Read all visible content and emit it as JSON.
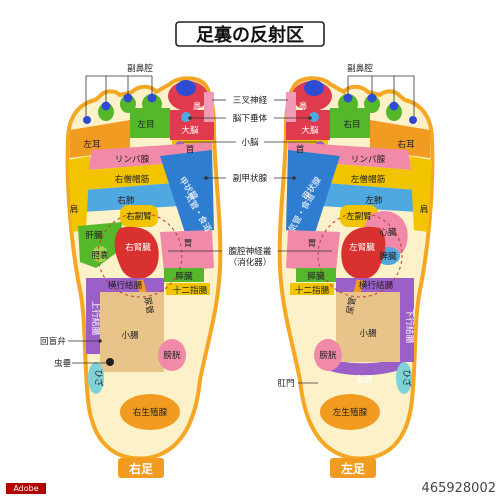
{
  "title": "足裏の反射区",
  "captions": {
    "right": "右足",
    "left": "左足"
  },
  "callouts": {
    "top_left": "副鼻腔",
    "top_right": "副鼻腔",
    "sanso": "三叉神経",
    "noukasuitai": "脳下垂体",
    "shounou": "小脳",
    "fukukoujousen": "副甲状腺",
    "fukukou": "腹腔神経叢",
    "shoukaki": "（消化器）",
    "kaimouben": "回盲弁",
    "chusui": "虫垂",
    "koumon": "肛門"
  },
  "right_foot": {
    "hana": "鼻",
    "dainou": "大脳",
    "kubi": "首",
    "me": "左目",
    "mimi": "左耳",
    "rinpa": "リンパ腺",
    "oukakumaku": "右僧帽筋",
    "hai": "右肺",
    "kata": "肩",
    "koujousen": "甲状腺",
    "kikan": "気管・食道",
    "fukujin": "右副腎",
    "kanzou": "肝臓",
    "tanou": "胆嚢",
    "jinzou": "右腎臓",
    "i": "胃",
    "suizou": "膵臓",
    "juunishi": "十二指腸",
    "oukoku": "横行結腸",
    "joukou": "上行結腸",
    "nyoukan": "尿管",
    "shouchou": "小腸",
    "boukou": "膀胱",
    "hiza": "ひざ",
    "seishoku": "右生殖腺"
  },
  "left_foot": {
    "hana": "鼻",
    "dainou": "大脳",
    "kubi": "首",
    "me": "右目",
    "mimi": "右耳",
    "rinpa": "リンパ腺",
    "oukakumaku": "左僧帽筋",
    "hai": "左肺",
    "kata": "肩",
    "koujousen": "甲状腺",
    "kikan": "気管・食道",
    "fukujin": "左副腎",
    "shinzou": "心臓",
    "jinzou": "左腎臓",
    "i": "胃",
    "hizou": "脾臓",
    "suizou": "膵臓",
    "juunishi": "十二指腸",
    "oukoku": "横行結腸",
    "kakou": "下行結腸",
    "nyoukan": "尿管",
    "shouchou": "小腸",
    "boukou": "膀胱",
    "chokuchou": "直腸",
    "hiza": "ひざ",
    "seishoku": "左生殖腺"
  },
  "stock_id": "465928002",
  "colors": {
    "outline": "#f5a623",
    "sole": "#fdf1c9",
    "sinus": "#2f4bd1",
    "brain": "#e03a4f",
    "green": "#55b82b",
    "lymph": "#f08aa8",
    "trap": "#f2c400",
    "lung": "#4fa9e0",
    "orange": "#f29b21",
    "red": "#d9312f",
    "purple": "#9b5fc8",
    "tan": "#e8c48a",
    "pink": "#f29ab8",
    "teal": "#7fd3d6"
  }
}
